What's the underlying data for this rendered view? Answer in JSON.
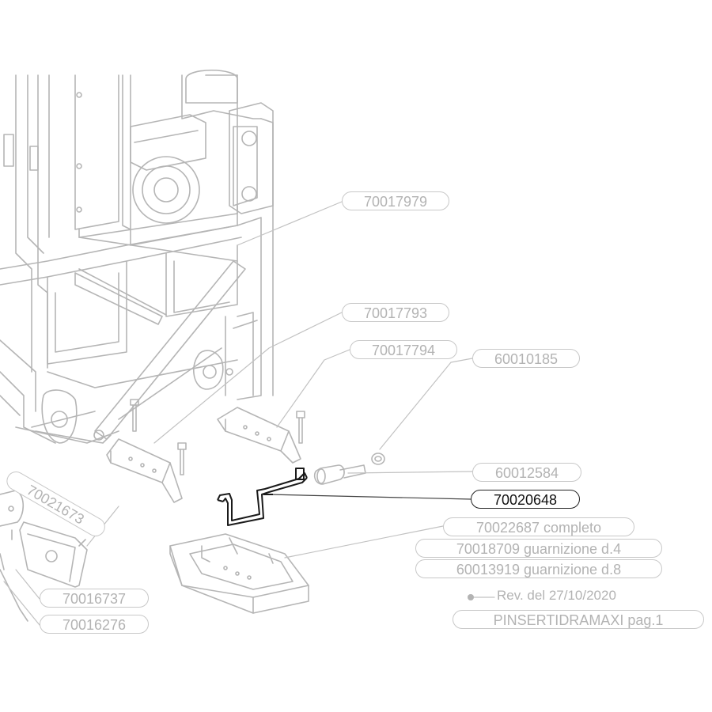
{
  "parts": {
    "p70017979": "70017979",
    "p70017793": "70017793",
    "p70017794": "70017794",
    "p60010185": "60010185",
    "p60012584": "60012584",
    "p70020648": "70020648",
    "p70021673": "70021673",
    "p70022687": "70022687 completo",
    "p70018709": "70018709 guarnizione d.4",
    "p60013919": "60013919 guarnizione d.8",
    "p70016737": "70016737",
    "p70016276": "70016276"
  },
  "footer": {
    "revision": "Rev. del 27/10/2020",
    "page": "PINSERTIDRAMAXI pag.1"
  },
  "colors": {
    "line_art": "#b8b8b8",
    "label_border": "#c8c8c8",
    "label_text": "#b3b3b3",
    "highlight": "#111111"
  }
}
